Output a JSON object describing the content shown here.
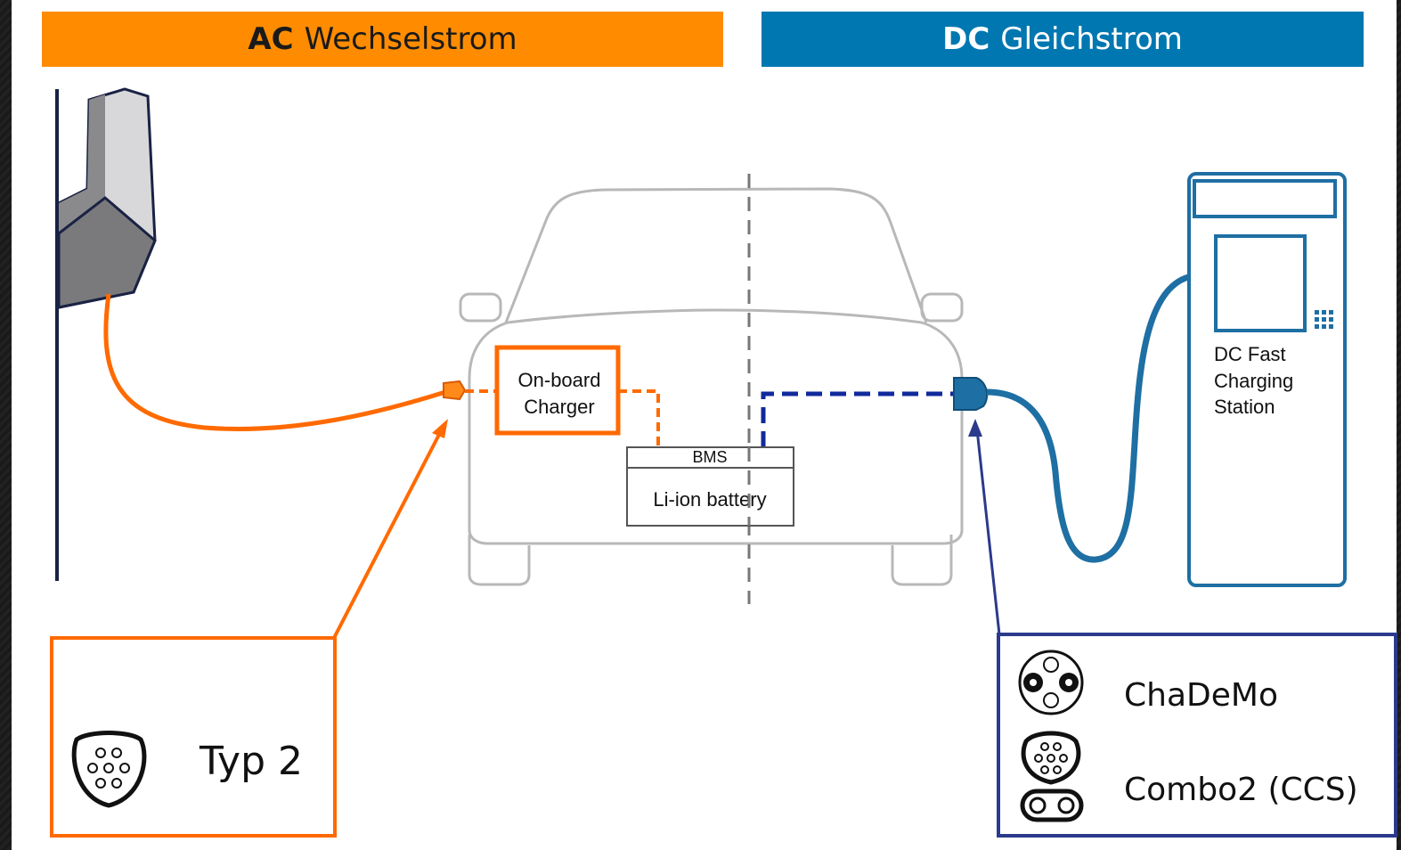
{
  "header": {
    "ac": {
      "bold": "AC",
      "text": "Wechselstrom",
      "color": "#ff8c00"
    },
    "dc": {
      "bold": "DC",
      "text": "Gleichstrom",
      "color": "#0077b0"
    }
  },
  "car": {
    "onboard_charger": [
      "On-board",
      "Charger"
    ],
    "bms": "BMS",
    "battery": "Li-ion battery"
  },
  "station": {
    "label": [
      "DC Fast",
      "Charging",
      "Station"
    ]
  },
  "connectors": {
    "ac": {
      "name": "Typ 2",
      "icon": "type2-connector-icon"
    },
    "dc": [
      {
        "name": "ChaDeMo",
        "icon": "chademo-connector-icon"
      },
      {
        "name": "Combo2 (CCS)",
        "icon": "ccs-combo2-connector-icon"
      }
    ]
  },
  "colors": {
    "ac_cable": "#ff6a00",
    "dc_cable": "#1e6fa3",
    "dc_dashed": "#102a9c",
    "outline_gray": "#b4b4b4",
    "dc_box_border": "#2b3a8c"
  }
}
